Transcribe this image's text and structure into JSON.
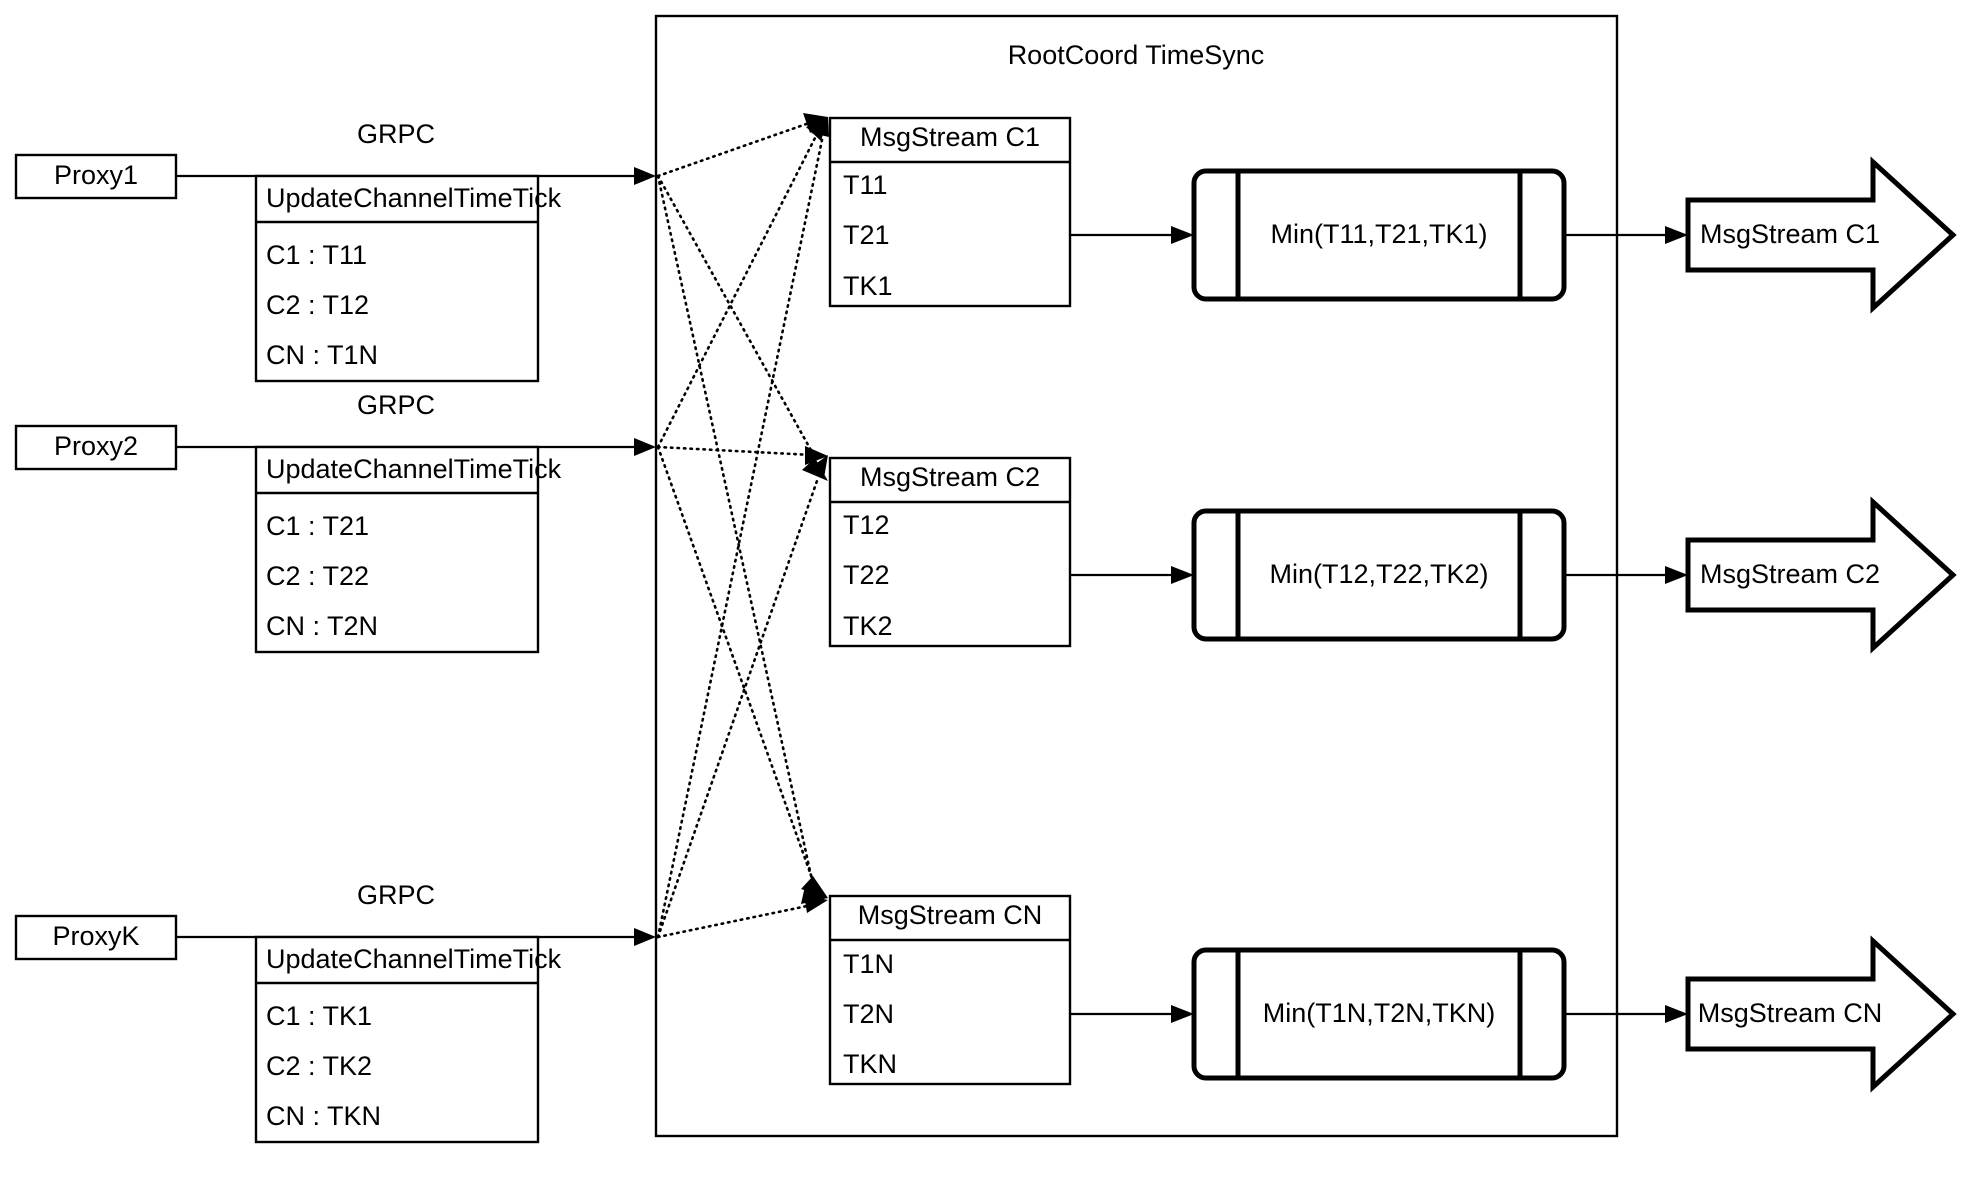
{
  "diagram": {
    "container": {
      "title": "RootCoord TimeSync"
    },
    "proxies": [
      {
        "name": "Proxy1",
        "link_label": "GRPC",
        "request": {
          "title": "UpdateChannelTimeTick",
          "rows": [
            "C1 :  T11",
            "C2 :  T12",
            "CN : T1N"
          ]
        }
      },
      {
        "name": "Proxy2",
        "link_label": "GRPC",
        "request": {
          "title": "UpdateChannelTimeTick",
          "rows": [
            "C1 :  T21",
            "C2 :  T22",
            "CN : T2N"
          ]
        }
      },
      {
        "name": "ProxyK",
        "link_label": "GRPC",
        "request": {
          "title": "UpdateChannelTimeTick",
          "rows": [
            "C1 :  TK1",
            "C2 :  TK2",
            "CN : TKN"
          ]
        }
      }
    ],
    "channels": [
      {
        "msgstream": {
          "title": "MsgStream C1",
          "rows": [
            "T11",
            "T21",
            "TK1"
          ]
        },
        "process": {
          "label": "Min(T11,T21,TK1)"
        },
        "output": {
          "label": "MsgStream C1"
        }
      },
      {
        "msgstream": {
          "title": "MsgStream C2",
          "rows": [
            "T12",
            "T22",
            "TK2"
          ]
        },
        "process": {
          "label": "Min(T12,T22,TK2)"
        },
        "output": {
          "label": "MsgStream C2"
        }
      },
      {
        "msgstream": {
          "title": "MsgStream CN",
          "rows": [
            "T1N",
            "T2N",
            "TKN"
          ]
        },
        "process": {
          "label": "Min(T1N,T2N,TKN)"
        },
        "output": {
          "label": "MsgStream CN"
        }
      }
    ],
    "colors": {
      "stroke": "#000000",
      "fill": "#ffffff"
    }
  }
}
